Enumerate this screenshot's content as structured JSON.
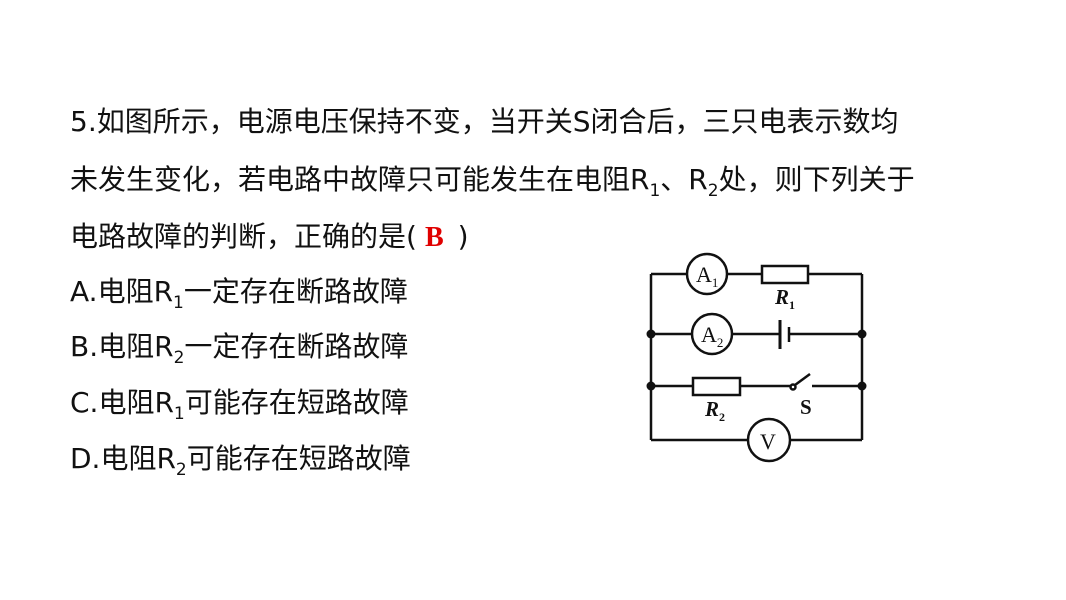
{
  "question": {
    "line1": "5.如图所示，电源电压保持不变，当开关S闭合后，三只电表示数均",
    "line2_a": "未发生变化，若电路中故障只可能发生在电阻R",
    "line2_sub1": "1",
    "line2_b": "、R",
    "line2_sub2": "2",
    "line2_c": "处，则下列关于",
    "line3_a": "电路故障的判断，正确的是(",
    "answer": "B",
    "line3_b": ")"
  },
  "options": [
    {
      "prefix": "A.电阻R",
      "sub": "1",
      "text": "一定存在断路故障"
    },
    {
      "prefix": "B.电阻R",
      "sub": "2",
      "text": "一定存在断路故障"
    },
    {
      "prefix": "C.电阻R",
      "sub": "1",
      "text": "可能存在短路故障"
    },
    {
      "prefix": "D.电阻R",
      "sub": "2",
      "text": "可能存在短路故障"
    }
  ],
  "circuit": {
    "a1_label": "A",
    "a1_sub": "1",
    "a2_label": "A",
    "a2_sub": "2",
    "v_label": "V",
    "r1_label": "R",
    "r1_sub": "1",
    "r2_label": "R",
    "r2_sub": "2",
    "switch_label": "S"
  },
  "colors": {
    "answer": "#e00000"
  }
}
